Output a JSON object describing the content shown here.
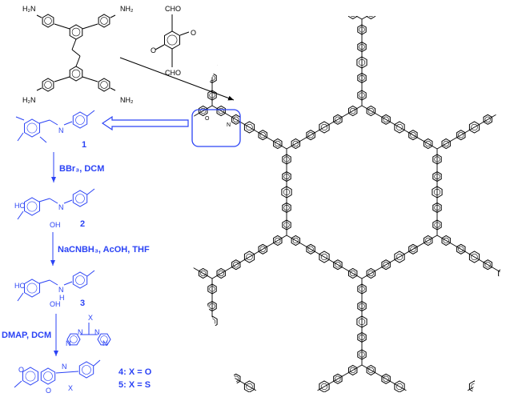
{
  "colors": {
    "scheme_blue": "#2b43f5",
    "structure_black": "#000000"
  },
  "monomer": {
    "amine_left_top": "H₂N",
    "amine_right_top": "NH₂",
    "amine_left_bottom": "H₂N",
    "amine_right_bottom": "NH₂"
  },
  "aldehyde": {
    "cho_top": "CHO",
    "cho_bottom": "CHO",
    "methoxy_left": "O",
    "methoxy_right": "O"
  },
  "compounds": {
    "c1": {
      "number": "1",
      "atoms": [
        "N"
      ]
    },
    "c2": {
      "number": "2",
      "atoms": [
        "HO",
        "OH",
        "N"
      ]
    },
    "c3": {
      "number": "3",
      "atoms": [
        "HO",
        "OH",
        "N",
        "H"
      ]
    },
    "c4": {
      "label_4": "4: X = O",
      "label_5": "5: X = S",
      "atoms": [
        "O",
        "N",
        "O",
        "X"
      ]
    }
  },
  "reagents": {
    "step1": "BBr₃, DCM",
    "step2": "NaCNBH₃, AcOH, THF",
    "step3": "DMAP, DCM",
    "cdi": {
      "x": "X",
      "n1": "N",
      "n2": "N",
      "n3": "N",
      "n4": "N"
    }
  },
  "network": {
    "imine_atom": "N",
    "methoxy_atom": "O"
  }
}
